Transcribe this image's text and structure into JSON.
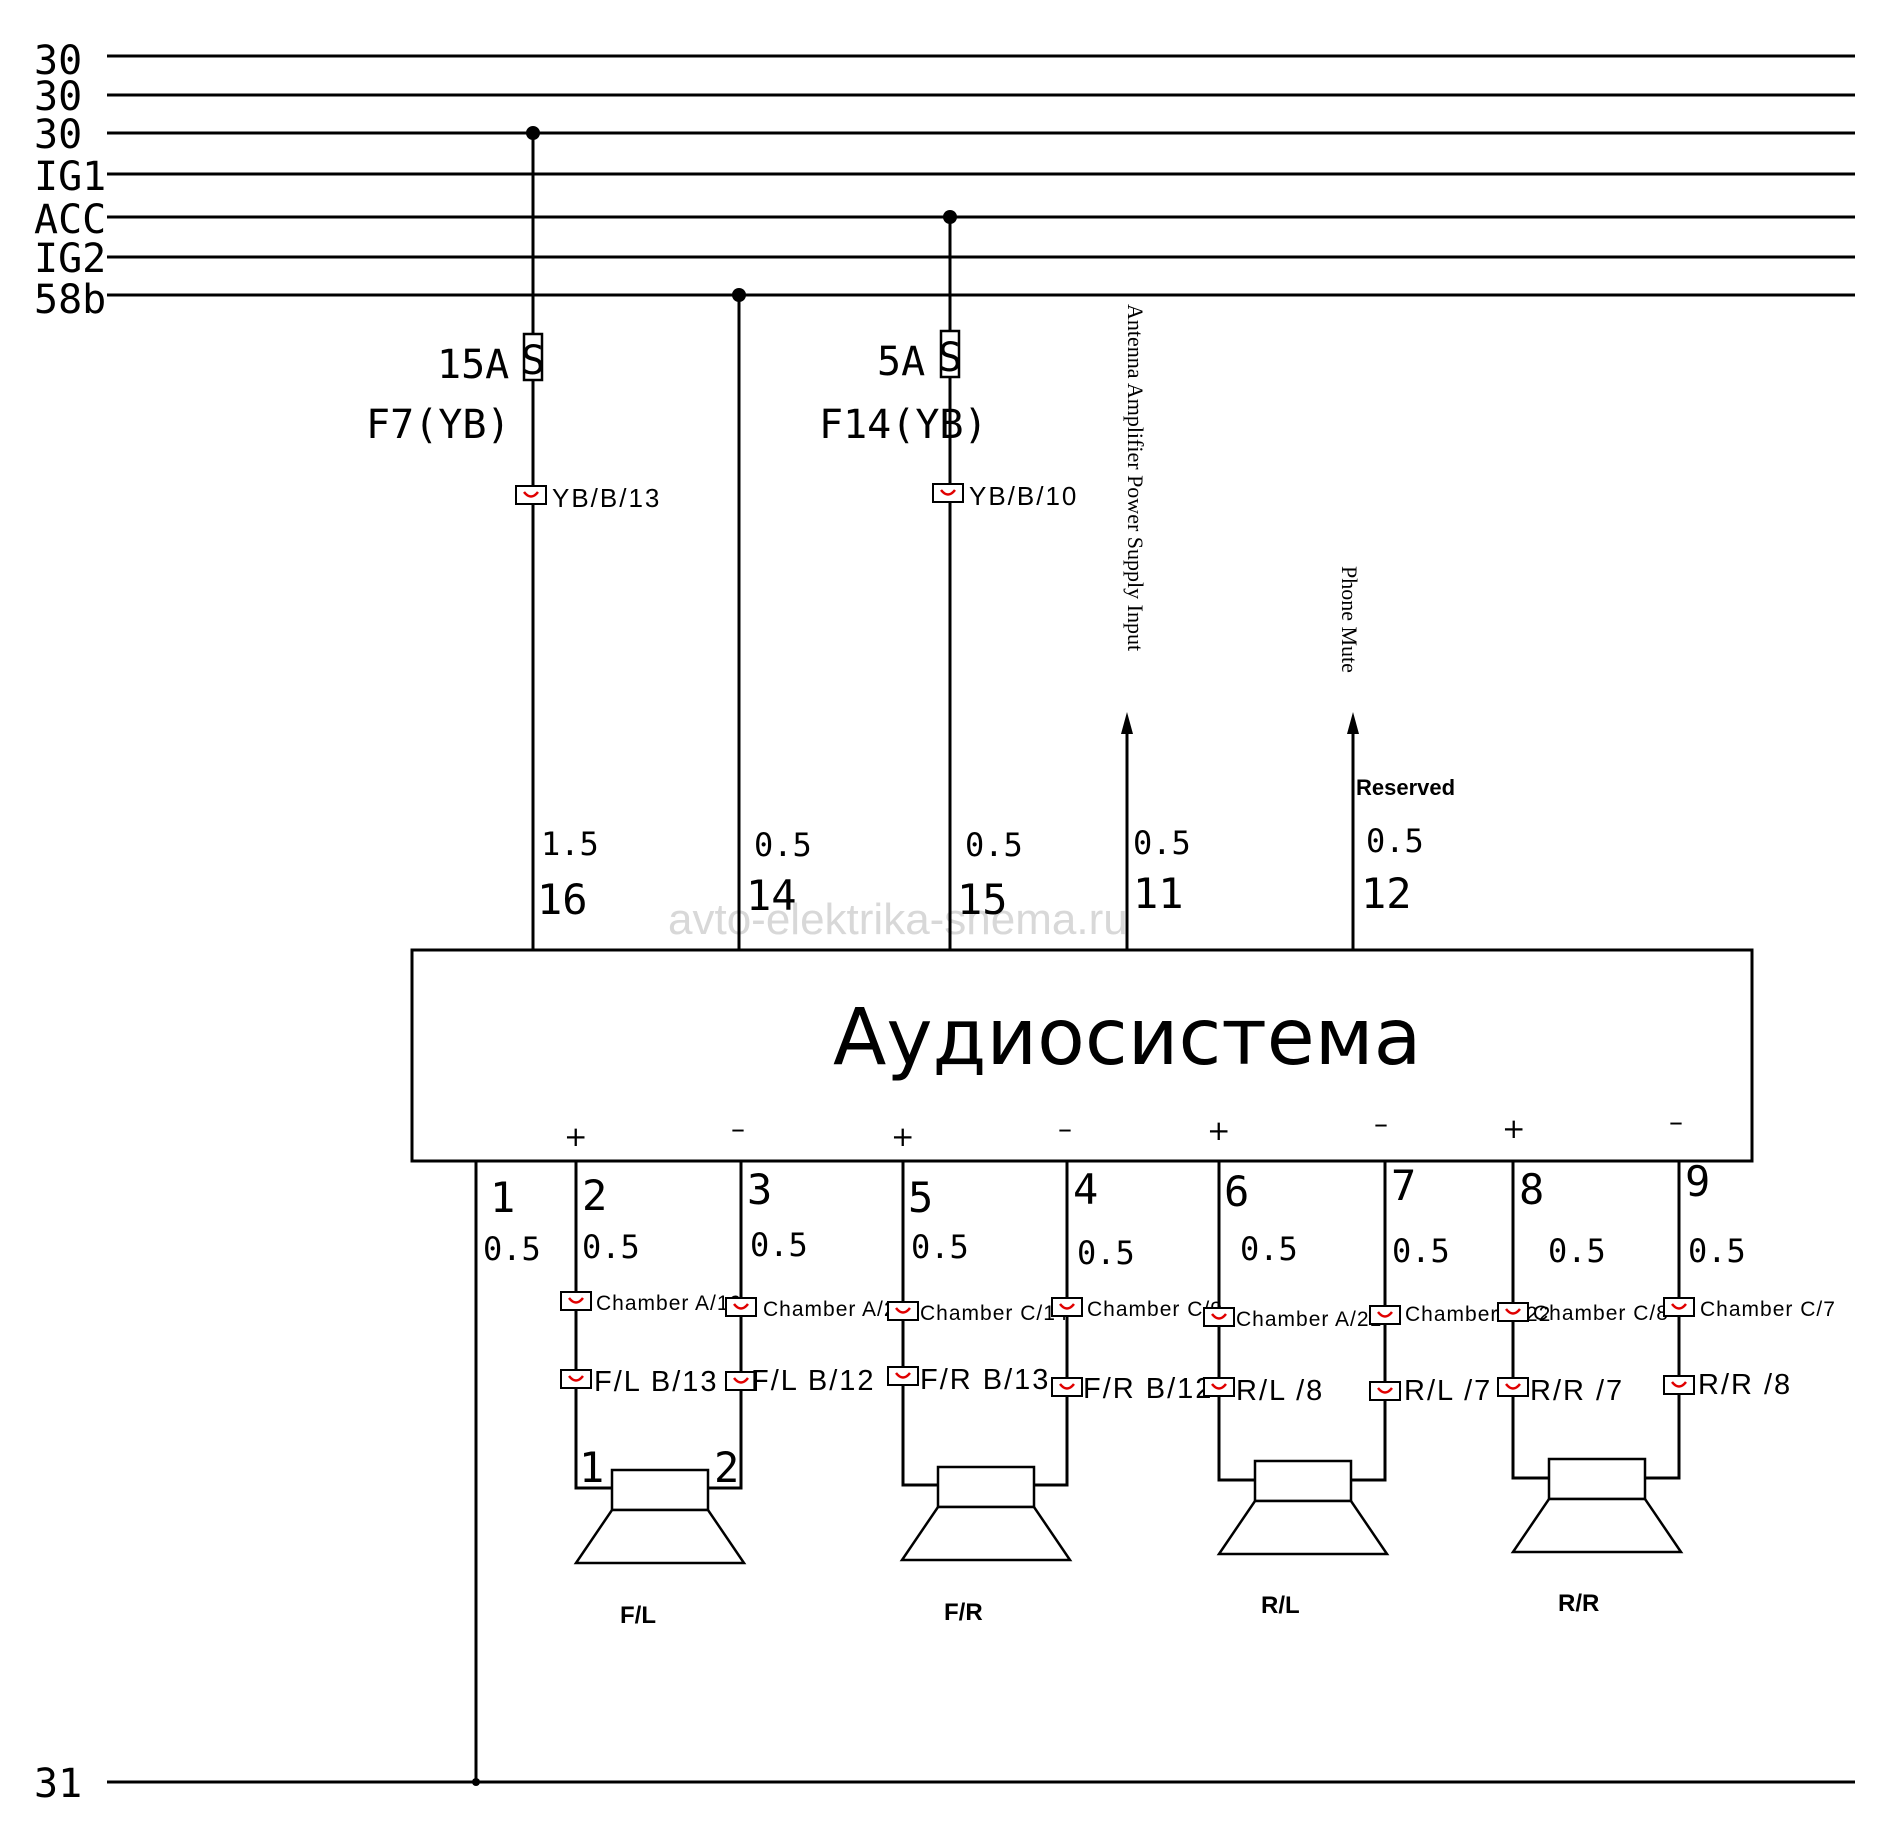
{
  "buses": {
    "b1": "30",
    "b2": "30",
    "b3": "30",
    "b4": "IG1",
    "b5": "ACC",
    "b6": "IG2",
    "b7": "58b",
    "ground": "31"
  },
  "fuses": {
    "f7": {
      "rating": "15A",
      "name": "F7(YB)",
      "connector": "YB/B/13"
    },
    "f14": {
      "rating": "5A",
      "name": "F14(YB)",
      "connector": "YB/B/10"
    },
    "symbol": "S"
  },
  "top_pins": {
    "p16": {
      "pin": "16",
      "size": "1.5"
    },
    "p14": {
      "pin": "14",
      "size": "0.5"
    },
    "p15": {
      "pin": "15",
      "size": "0.5"
    },
    "p11": {
      "pin": "11",
      "size": "0.5",
      "label": "Antenna Amplifier Power Supply Input"
    },
    "p12": {
      "pin": "12",
      "size": "0.5",
      "label": "Phone Mute",
      "note": "Reserved"
    }
  },
  "unit": {
    "title": "Аудиосистема",
    "plus": "+",
    "minus": "–"
  },
  "bottom_pins": {
    "p1": {
      "pin": "1",
      "size": "0.5"
    },
    "p2": {
      "pin": "2",
      "size": "0.5",
      "chamber": "Chamber A/19",
      "term": "F/L B/13"
    },
    "p3": {
      "pin": "3",
      "size": "0.5",
      "chamber": "Chamber A/20",
      "term": "F/L B/12"
    },
    "p5": {
      "pin": "5",
      "size": "0.5",
      "chamber": "Chamber C/14",
      "term": "F/R B/13"
    },
    "p4": {
      "pin": "4",
      "size": "0.5",
      "chamber": "Chamber C/9",
      "term": "F/R B/12"
    },
    "p6": {
      "pin": "6",
      "size": "0.5",
      "chamber": "Chamber A/21",
      "term": "R/L /8"
    },
    "p7": {
      "pin": "7",
      "size": "0.5",
      "chamber": "Chamber A/22",
      "term": "R/L /7"
    },
    "p8": {
      "pin": "8",
      "size": "0.5",
      "chamber": "Chamber C/8",
      "term": "R/R /7"
    },
    "p9": {
      "pin": "9",
      "size": "0.5",
      "chamber": "Chamber C/7",
      "term": "R/R /8"
    }
  },
  "speakers": {
    "fl": {
      "name": "F/L",
      "t1": "1",
      "t2": "2"
    },
    "fr": {
      "name": "F/R"
    },
    "rl": {
      "name": "R/L"
    },
    "rr": {
      "name": "R/R"
    }
  },
  "watermark": "avto-elektrika-shema.ru",
  "colors": {
    "line": "#000000",
    "terminal_mark": "#e00000"
  }
}
